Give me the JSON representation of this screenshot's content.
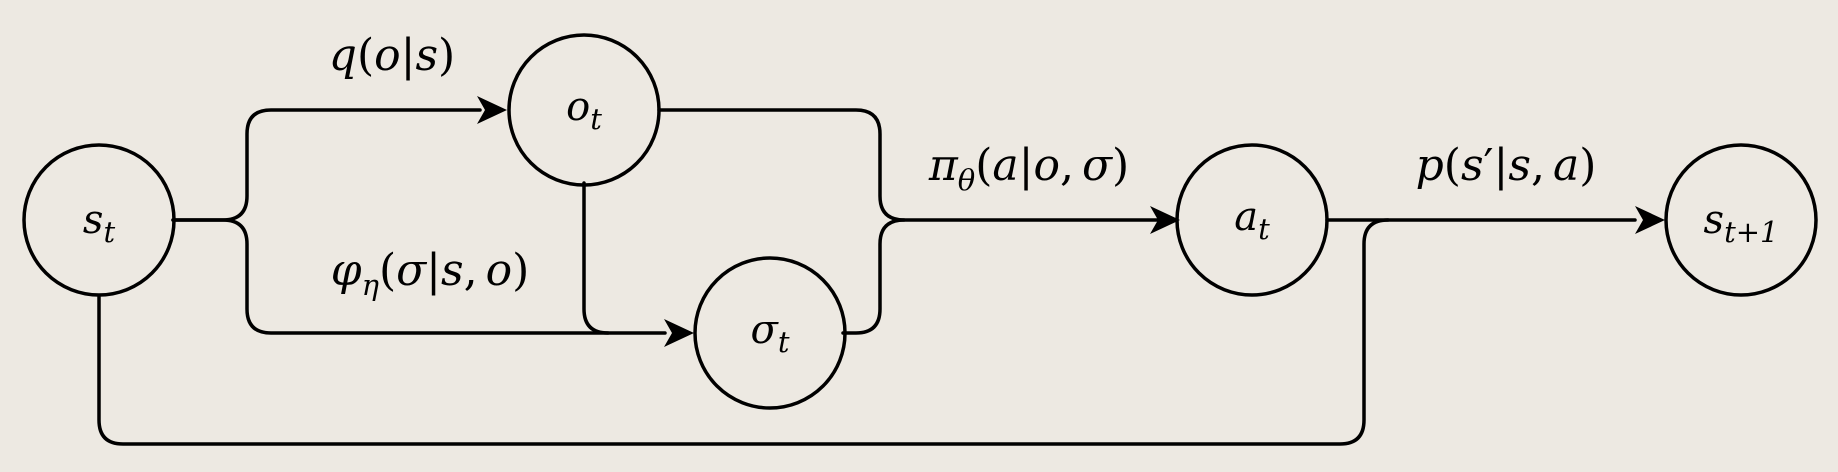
{
  "background_color": "#ede9e2",
  "stroke_color": "#000000",
  "nodes": {
    "s_t": {
      "symbol": "s",
      "subscript": "t"
    },
    "o_t": {
      "symbol": "o",
      "subscript": "t"
    },
    "sigma_t": {
      "symbol": "σ",
      "subscript": "t"
    },
    "a_t": {
      "symbol": "a",
      "subscript": "t"
    },
    "s_t1": {
      "symbol": "s",
      "subscript": "t+1"
    }
  },
  "edge_labels": {
    "observation": {
      "fn": "q",
      "open": "(",
      "arg": "o",
      "bar": "|",
      "cond": "s",
      "close": ")"
    },
    "privileged": {
      "fn": "φ",
      "fn_sub": "η",
      "open": "(",
      "arg": "σ",
      "bar": "|",
      "cond_1": "s",
      "comma": ",",
      "cond_2": "o",
      "close": ")"
    },
    "policy": {
      "fn": "π",
      "fn_sub": "θ",
      "open": "(",
      "arg": "a",
      "bar": "|",
      "cond_1": "o",
      "comma": ",",
      "cond_2": "σ",
      "close": ")"
    },
    "transition": {
      "fn": "p",
      "open": "(",
      "arg": "s",
      "prime": "′",
      "bar": "|",
      "cond_1": "s",
      "comma": ",",
      "cond_2": "a",
      "close": ")"
    }
  }
}
